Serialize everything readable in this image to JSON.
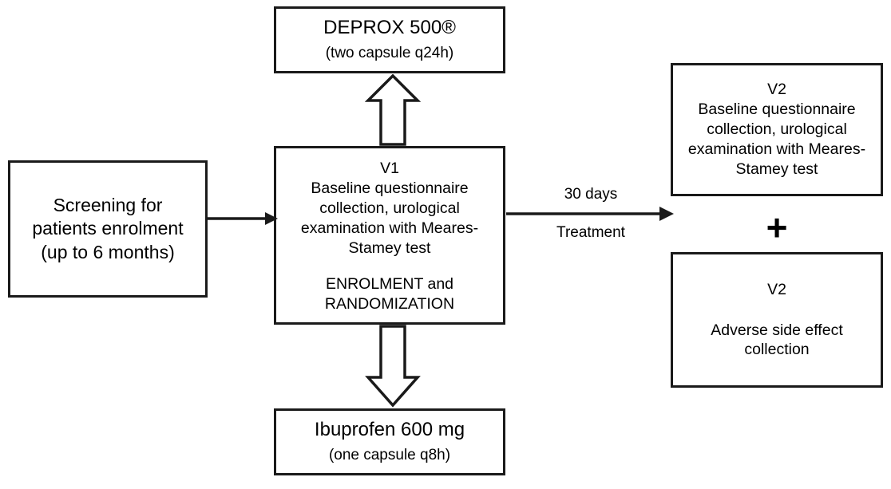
{
  "diagram": {
    "title": "Clinical trial study flow diagram",
    "background_color": "#ffffff",
    "stroke_color": "#1a1a1a",
    "nodes": {
      "deprox": {
        "name": "DEPROX 500 treatment arm",
        "lines": [
          "DEPROX 500®",
          "(two capsule q24h)"
        ]
      },
      "screening": {
        "name": "Screening box",
        "lines": [
          "Screening for",
          "patients enrolment",
          "(up to 6 months)"
        ]
      },
      "v1": {
        "name": "Visit 1 box",
        "lines": [
          "V1",
          "Baseline questionnaire",
          "collection, urological",
          "examination with Meares-",
          "Stamey test"
        ],
        "lines2": [
          "ENROLMENT and",
          "RANDOMIZATION"
        ]
      },
      "v2_top": {
        "name": "Visit 2 assessment box",
        "lines": [
          "V2",
          "Baseline questionnaire",
          "collection, urological",
          "examination with Meares-",
          "Stamey test"
        ]
      },
      "v2_bottom": {
        "name": "Visit 2 adverse events box",
        "lines": [
          "V2"
        ],
        "lines2": [
          "Adverse side effect",
          "collection"
        ]
      },
      "ibuprofen": {
        "name": "Ibuprofen treatment arm",
        "lines": [
          "Ibuprofen 600 mg",
          "(one capsule q8h)"
        ]
      }
    },
    "edges": {
      "screening_to_v1": {
        "label": "",
        "style": "solid-arrow",
        "direction": "right"
      },
      "v1_to_deprox": {
        "label": "",
        "style": "hollow-block-arrow",
        "direction": "up"
      },
      "v1_to_ibuprofen": {
        "label": "",
        "style": "hollow-block-arrow",
        "direction": "down"
      },
      "v1_to_v2": {
        "label_above": "30 days",
        "label_below": "Treatment",
        "style": "solid-arrow",
        "direction": "right"
      }
    },
    "symbols": {
      "plus": "+"
    }
  }
}
